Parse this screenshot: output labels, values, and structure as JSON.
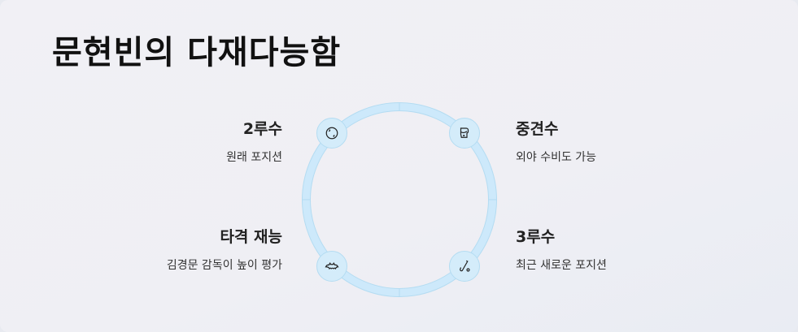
{
  "title": "문현빈의 다재다능함",
  "colors": {
    "ring": "#cde9fb",
    "ring_border": "#b4dcf2",
    "node_fill": "#d4ecfa",
    "text_dark": "#111111"
  },
  "items": [
    {
      "position": "top-left",
      "heading": "2루수",
      "sub": "원래 포지션",
      "icon": "baseball-icon"
    },
    {
      "position": "top-right",
      "heading": "중견수",
      "sub": "외야 수비도 가능",
      "icon": "glove-icon"
    },
    {
      "position": "bottom-left",
      "heading": "타격 재능",
      "sub": "김경문 감독이 높이 평가",
      "icon": "bat-icon"
    },
    {
      "position": "bottom-right",
      "heading": "3루수",
      "sub": "최근 새로운 포지션",
      "icon": "hockey-stick-icon"
    }
  ]
}
